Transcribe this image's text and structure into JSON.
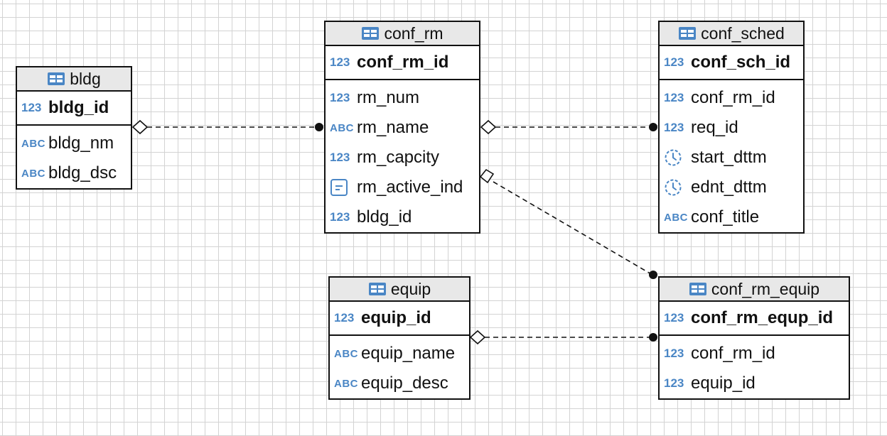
{
  "colors": {
    "accent": "#4a86c5",
    "grid": "#d3d3d3",
    "border": "#111111",
    "header_bg": "#e8e8e8"
  },
  "icon_names": {
    "table": "table-icon",
    "numeric": "numeric-type-icon",
    "text": "text-type-icon",
    "datetime": "datetime-type-icon",
    "boolean": "boolean-type-icon"
  },
  "type_labels": {
    "num": "123",
    "text": "ABC"
  },
  "entities": {
    "bldg": {
      "name": "bldg",
      "pk": {
        "name": "bldg_id",
        "type": "num"
      },
      "columns": [
        {
          "name": "bldg_nm",
          "type": "text"
        },
        {
          "name": "bldg_dsc",
          "type": "text"
        }
      ]
    },
    "conf_rm": {
      "name": "conf_rm",
      "pk": {
        "name": "conf_rm_id",
        "type": "num"
      },
      "columns": [
        {
          "name": "rm_num",
          "type": "num"
        },
        {
          "name": "rm_name",
          "type": "text"
        },
        {
          "name": "rm_capcity",
          "type": "num"
        },
        {
          "name": "rm_active_ind",
          "type": "bool"
        },
        {
          "name": "bldg_id",
          "type": "num"
        }
      ]
    },
    "conf_sched": {
      "name": "conf_sched",
      "pk": {
        "name": "conf_sch_id",
        "type": "num"
      },
      "columns": [
        {
          "name": "conf_rm_id",
          "type": "num"
        },
        {
          "name": "req_id",
          "type": "num"
        },
        {
          "name": "start_dttm",
          "type": "datetime"
        },
        {
          "name": "ednt_dttm",
          "type": "datetime"
        },
        {
          "name": "conf_title",
          "type": "text"
        }
      ]
    },
    "equip": {
      "name": "equip",
      "pk": {
        "name": "equip_id",
        "type": "num"
      },
      "columns": [
        {
          "name": "equip_name",
          "type": "text"
        },
        {
          "name": "equip_desc",
          "type": "text"
        }
      ]
    },
    "conf_rm_equip": {
      "name": "conf_rm_equip",
      "pk": {
        "name": "conf_rm_equp_id",
        "type": "num"
      },
      "columns": [
        {
          "name": "conf_rm_id",
          "type": "num"
        },
        {
          "name": "equip_id",
          "type": "num"
        }
      ]
    }
  },
  "relationships": [
    {
      "from": "bldg",
      "to": "conf_rm"
    },
    {
      "from": "conf_rm",
      "to": "conf_sched"
    },
    {
      "from": "conf_rm",
      "to": "conf_rm_equip"
    },
    {
      "from": "equip",
      "to": "conf_rm_equip"
    }
  ]
}
